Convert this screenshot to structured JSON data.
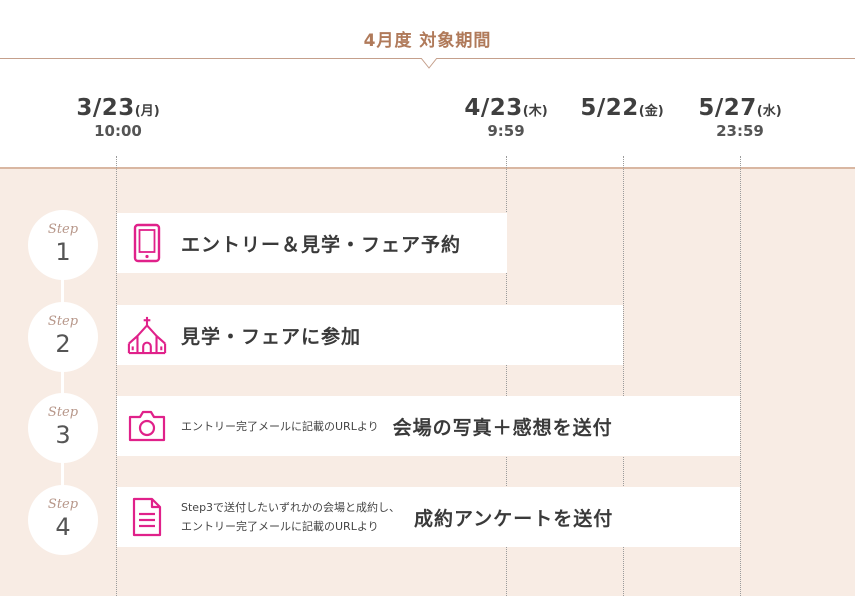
{
  "header": {
    "title": "4月度 対象期間"
  },
  "dates": [
    {
      "date": "3/23",
      "weekday": "(月)",
      "time": "10:00"
    },
    {
      "date": "4/23",
      "weekday": "(木)",
      "time": "9:59"
    },
    {
      "date": "5/22",
      "weekday": "(金)",
      "time": ""
    },
    {
      "date": "5/27",
      "weekday": "(水)",
      "time": "23:59"
    }
  ],
  "steps": [
    {
      "label": "Step",
      "number": "1",
      "icon": "smartphone-icon",
      "text": "エントリー＆見学・フェア予約"
    },
    {
      "label": "Step",
      "number": "2",
      "icon": "chapel-icon",
      "text": "見学・フェアに参加"
    },
    {
      "label": "Step",
      "number": "3",
      "icon": "camera-icon",
      "note": "エントリー完了メールに記載のURLより",
      "text": "会場の写真＋感想を送付"
    },
    {
      "label": "Step",
      "number": "4",
      "icon": "document-icon",
      "note1": "Step3で送付したいずれかの会場と成約し、",
      "note2": "エントリー完了メールに記載のURLより",
      "text": "成約アンケートを送付"
    }
  ],
  "colors": {
    "accent": "#e0218a",
    "brown": "#b07a5a",
    "band": "#f8ece4"
  }
}
